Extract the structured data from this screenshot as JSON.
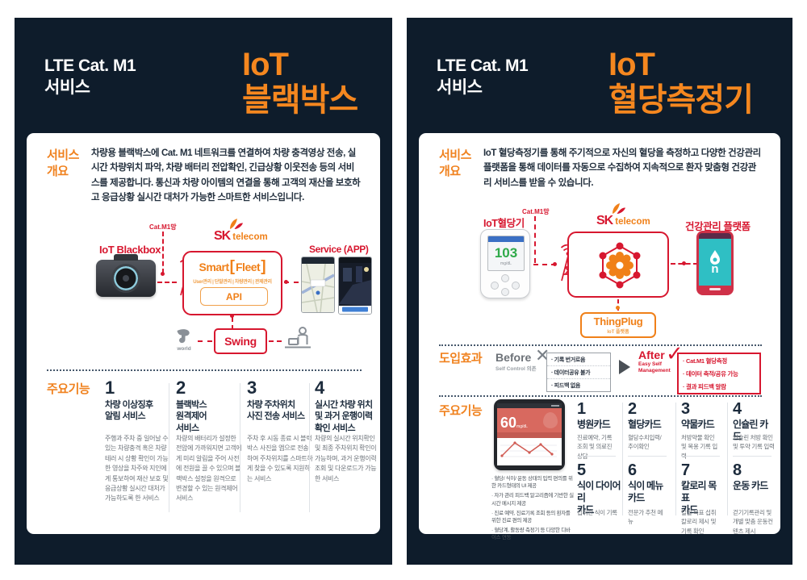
{
  "colors": {
    "navy": "#0e1c2b",
    "orange": "#f0821f",
    "red": "#d7172f",
    "teal": "#2fbfc4"
  },
  "left": {
    "brand": "LTE Cat. M1\n서비스",
    "title": "IoT\n블랙박스",
    "overview_label": "서비스\n개요",
    "overview_text": "차량용 블랙박스에 Cat. M1 네트워크를 연결하여 차량 충격영상 전송, 실시간 차량위치 파악, 차량 배터리 전압확인, 긴급상황 이웃전송 등의 서비스를 제공합니다. 통신과 차량 아이템의 연결을 통해 고객의 재산을 보호하고 응급상황 실시간 대처가 가능한 스마트한 서비스입니다.",
    "diagram": {
      "net_label": "Cat.M1망",
      "device_label": "IoT Blackbox",
      "sk": "SK",
      "telecom": "telecom",
      "smart": "Smart",
      "bracket_open": "[",
      "fleet": "Fleet",
      "bracket_close": "]",
      "fleet_menu": "User관리 | 단말관리 | 차량관리 | 관제관리",
      "api": "API",
      "service_label": "Service (APP)",
      "swing": "Swing",
      "tworld": "world"
    },
    "features_label": "주요기능",
    "features": [
      {
        "num": "1",
        "title": "차량 이상징후\n알림 서비스",
        "desc": "주행과 주차 중 일어날 수 있는 차량충격 혹은 차량테러 시 상황 확인이 가능한 영상을 차주와 지인에게 통보하여 재산 보호 및 응급상황 실시간 대처가 가능하도록 한 서비스"
      },
      {
        "num": "2",
        "title": "블랙박스\n원격제어\n서비스",
        "desc": "차량의 배터리가 설정한 전압에 가까워지면 고객에게 미리 알림을 주어 사전에 전원을 끌 수 있으며 블랙박스 설정을 원격으로 변경할 수 있는 원격제어 서비스"
      },
      {
        "num": "3",
        "title": "차량 주차위치\n사진 전송 서비스",
        "desc": "주차 후 시동 종료 시 블랙박스 사진을 앱으로 전송하여 주차위치를 스마트하게 찾을 수 있도록 지원하는 서비스"
      },
      {
        "num": "4",
        "title": "실시간 차량 위치\n및 과거 운행이력\n확인 서비스",
        "desc": "차량의 실시간 위치확인 및 최종 주차위치 확인이 가능하며, 과거 운행이력 조회 및 다운로드가 가능한 서비스"
      }
    ]
  },
  "right": {
    "brand": "LTE Cat. M1\n서비스",
    "title": "IoT\n혈당측정기",
    "overview_label": "서비스\n개요",
    "overview_text": "IoT 혈당측정기를 통해 주기적으로 자신의 혈당을 측정하고 다양한 건강관리 플랫폼을 통해 데이터를 자동으로 수집하여 지속적으로 환자 맞춤형 건강관리 서비스를 받을 수 있습니다.",
    "diagram": {
      "net_label": "Cat.M1망",
      "device_label": "IoT혈당기",
      "meter_value": "103",
      "meter_unit": "mg/dL",
      "sk": "SK",
      "telecom": "telecom",
      "platform_label": "건강관리 플랫폼",
      "phone_n": "n",
      "thingplug": "ThingPlug",
      "thingplug_sub": "IoT 플랫폼"
    },
    "effect": {
      "label": "도입효과",
      "before": "Before",
      "before_sub": "Self Control 의존",
      "x_glyph": "✕",
      "before_items": [
        "· 기록 번거로움",
        "· 데이터공유 불가",
        "· 피드백 없음"
      ],
      "after": "After",
      "after_sub": "Easy Self\nManagement",
      "check_glyph": "✓",
      "after_items": [
        "· Cat.M1 혈당측정",
        "· 데이터 축적/공유 가능",
        "· 결과 피드백 알람"
      ]
    },
    "features_label": "주요기능",
    "app_value": "60",
    "app_unit": "mg/dL",
    "app_bullets": [
      "· 혈당/ 식이/ 운동 상태의 입력 편의를 위한 카드형태의 UI 제공",
      "· 자가 관리 피드백 알고리즘에 기반한 실시간 메시지 제공",
      "· 진료 예약, 진료기록 조회 등의 환자를 위한 진료 편의 제공",
      "· 혈당계, 활동량 측정기 등 다양한 디바이스 연동"
    ],
    "features": [
      {
        "num": "1",
        "title": "병원카드",
        "desc": "진료예약, 기록조회 및 의료진 상담"
      },
      {
        "num": "2",
        "title": "혈당카드",
        "desc": "혈당수치입력/ 추이확인"
      },
      {
        "num": "3",
        "title": "약물카드",
        "desc": "처방약물 확인 및 복용 기록 입력"
      },
      {
        "num": "4",
        "title": "인슐린 카드",
        "desc": "인슐린 처방 확인 및 투약 기록 입력"
      },
      {
        "num": "5",
        "title": "식이 다이어리\n카드",
        "desc": "섭취한 식이 기록"
      },
      {
        "num": "6",
        "title": "식이 메뉴\n카드",
        "desc": "전문가 추천 메뉴"
      },
      {
        "num": "7",
        "title": "칼로리 목표\n카드",
        "desc": "일일 목표 섭취 칼로리 제시 및 기록 확인"
      },
      {
        "num": "8",
        "title": "운동 카드",
        "desc": "걷기기록관리 및 개별 맞춤 운동컨텐츠 제시"
      }
    ]
  }
}
